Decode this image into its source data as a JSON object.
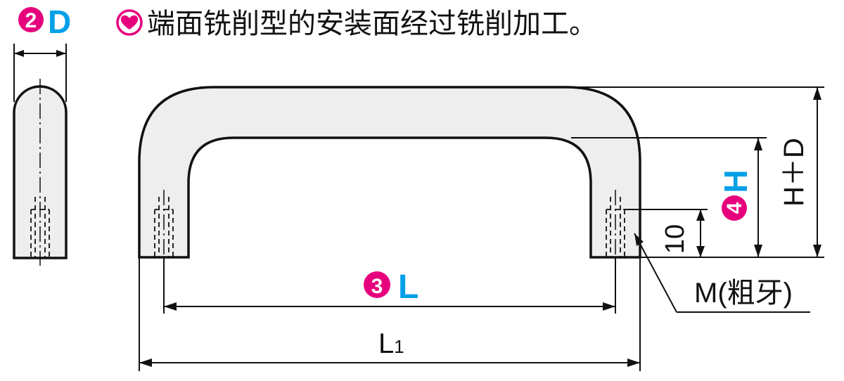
{
  "header": {
    "note_icon": "pink-circle-heart-icon",
    "note_text": "端面铣削型的安装面经过铣削加工。"
  },
  "labels": {
    "d_num": "2",
    "d_letter": "D",
    "l_num": "3",
    "l_letter": "L",
    "h_num": "4",
    "h_letter": "H",
    "l1_main": "L",
    "l1_sub": "1",
    "hd": "H＋D",
    "ten": "10",
    "thread": "M(粗牙)"
  },
  "colors": {
    "badge": "#e6007e",
    "letter": "#00a0e9",
    "line": "#111111",
    "fill": "#eeeeee"
  }
}
